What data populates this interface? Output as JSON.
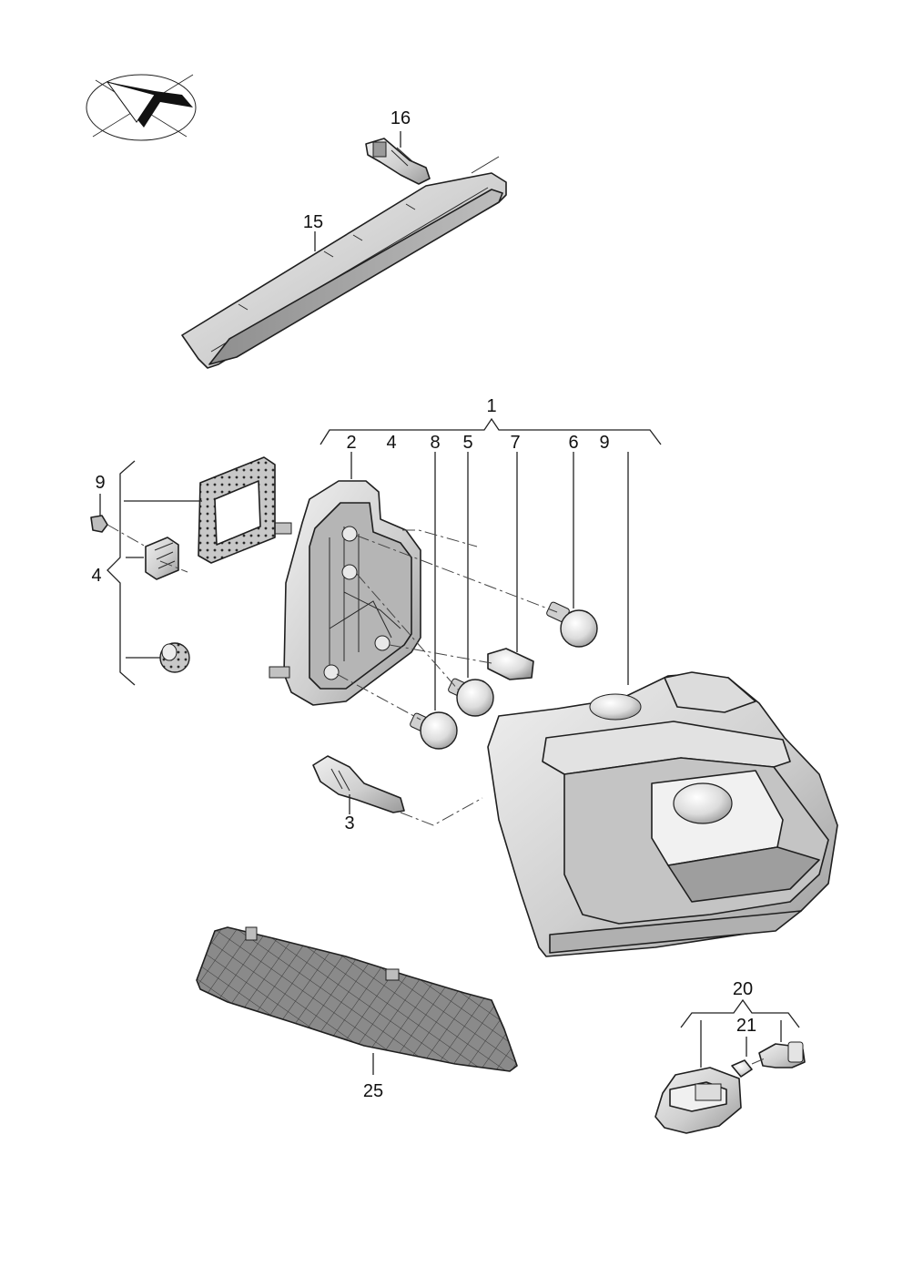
{
  "callouts": {
    "c1": "1",
    "c2": "2",
    "c3": "3",
    "c4_top": "4",
    "c4_left": "4",
    "c5": "5",
    "c6": "6",
    "c7": "7",
    "c8": "8",
    "c9_top": "9",
    "c9_left": "9",
    "c15": "15",
    "c16": "16",
    "c20": "20",
    "c21": "21",
    "c25": "25"
  },
  "colors": {
    "part_fill": "#d3d3d3",
    "part_dark": "#a9a9a9",
    "part_light": "#ececec",
    "line": "#1f1f1f"
  }
}
